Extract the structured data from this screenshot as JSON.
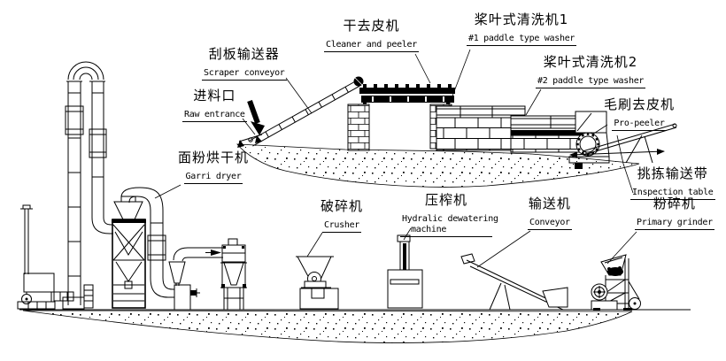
{
  "diagram_type": "process-flow-line-drawing",
  "colors": {
    "line": "#000000",
    "background": "#ffffff"
  },
  "labels": {
    "scraper_conveyor": {
      "zh": "刮板输送器",
      "en": "Scraper conveyor"
    },
    "cleaner_peeler": {
      "zh": "干去皮机",
      "en": "Cleaner and peeler"
    },
    "paddle_washer_1": {
      "zh": "桨叶式清洗机1",
      "en": "#1 paddle type washer"
    },
    "paddle_washer_2": {
      "zh": "桨叶式清洗机2",
      "en": "#2 paddle type washer"
    },
    "raw_entrance": {
      "zh": "进料口",
      "en": "Raw entrance"
    },
    "pro_peeler": {
      "zh": "毛刷去皮机",
      "en": "Pro-peeler"
    },
    "garri_dryer": {
      "zh": "面粉烘干机",
      "en": "Garri dryer"
    },
    "inspection_table": {
      "zh": "挑拣输送带",
      "en": "Inspection table"
    },
    "crusher": {
      "zh": "破碎机",
      "en": "Crusher"
    },
    "dewatering": {
      "zh": "压榨机",
      "en_line1": "Hydralic dewatering",
      "en_line2": "machine"
    },
    "conveyor": {
      "zh": "输送机",
      "en": "Conveyor"
    },
    "primary_grinder": {
      "zh": "粉碎机",
      "en": "Primary grinder"
    }
  }
}
